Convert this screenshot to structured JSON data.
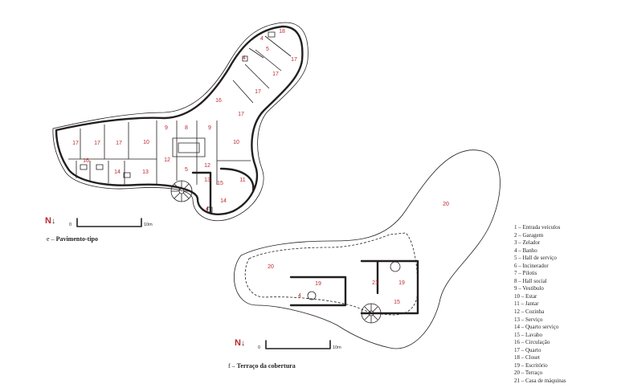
{
  "plan_e": {
    "caption_letter": "e",
    "caption_text": "Pavimento-tipo",
    "north": "N",
    "scale_start": "0",
    "scale_end": "10m",
    "rooms": [
      "17",
      "17",
      "17",
      "10",
      "16",
      "14",
      "13",
      "12",
      "5",
      "9",
      "8",
      "9",
      "10",
      "12",
      "13",
      "11",
      "14",
      "4",
      "16",
      "17",
      "17",
      "17",
      "17",
      "4",
      "18",
      "5",
      "4",
      "15"
    ]
  },
  "plan_f": {
    "caption_letter": "f",
    "caption_text": "Terraço da cobertura",
    "north": "N",
    "scale_start": "0",
    "scale_end": "10m",
    "rooms": [
      "20",
      "20",
      "19",
      "21",
      "19",
      "4",
      "15"
    ]
  },
  "legend": [
    {
      "num": "1",
      "label": "Entrada veículos"
    },
    {
      "num": "2",
      "label": "Garagem"
    },
    {
      "num": "3",
      "label": "Zelador"
    },
    {
      "num": "4",
      "label": "Banho"
    },
    {
      "num": "5",
      "label": "Hall de serviço"
    },
    {
      "num": "6",
      "label": "Incinerador"
    },
    {
      "num": "7",
      "label": "Pilotis"
    },
    {
      "num": "8",
      "label": "Hall social"
    },
    {
      "num": "9",
      "label": "Vestíbulo"
    },
    {
      "num": "10",
      "label": "Estar"
    },
    {
      "num": "11",
      "label": "Jantar"
    },
    {
      "num": "12",
      "label": "Cozinha"
    },
    {
      "num": "13",
      "label": "Serviço"
    },
    {
      "num": "14",
      "label": "Quarto serviço"
    },
    {
      "num": "15",
      "label": "Lavabo"
    },
    {
      "num": "16",
      "label": "Circulação"
    },
    {
      "num": "17",
      "label": "Quarto"
    },
    {
      "num": "18",
      "label": "Closet"
    },
    {
      "num": "19",
      "label": "Escritório"
    },
    {
      "num": "20",
      "label": "Terraço"
    },
    {
      "num": "21",
      "label": "Casa de máquinas"
    }
  ]
}
